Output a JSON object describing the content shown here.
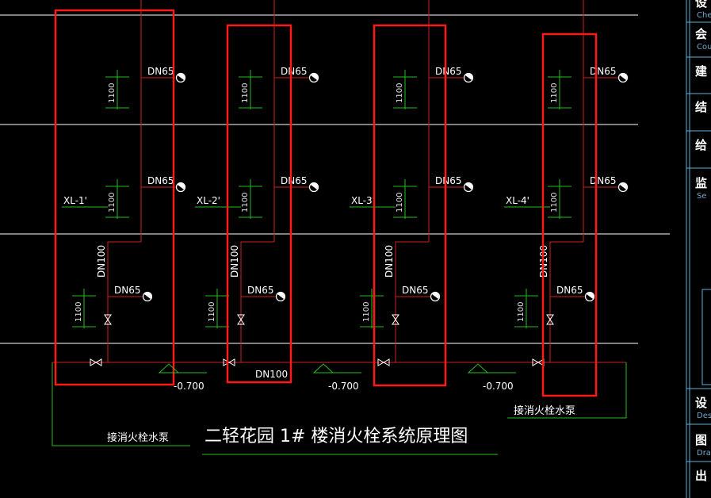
{
  "drawing": {
    "title": "二轻花园  1#  楼消火栓系统原理图",
    "pump_left_label": "接消火栓水泵",
    "pump_right_label": "接消火栓水泵",
    "main_pipe_label": "DN100",
    "elevations": [
      "-0.700",
      "-0.700",
      "-0.700"
    ],
    "risers": [
      {
        "id": "XL-1'",
        "riser_dn": "DN100",
        "branch_dn": [
          "DN65",
          "DN65",
          "DN65"
        ],
        "dims": [
          "1100",
          "1100",
          "1100"
        ]
      },
      {
        "id": "XL-2'",
        "riser_dn": "DN100",
        "branch_dn": [
          "DN65",
          "DN65",
          "DN65"
        ],
        "dims": [
          "1100",
          "1100",
          "1100"
        ]
      },
      {
        "id": "XL-3'",
        "riser_dn": "DN100",
        "branch_dn": [
          "DN65",
          "DN65",
          "DN65"
        ],
        "dims": [
          "1100",
          "1100",
          "1100"
        ]
      },
      {
        "id": "XL-4'",
        "riser_dn": "DN100",
        "branch_dn": [
          "DN65",
          "DN65",
          "DN65"
        ],
        "dims": [
          "1100",
          "1100",
          "1100"
        ]
      }
    ]
  },
  "title_block": [
    {
      "zh": "设",
      "en": "Che"
    },
    {
      "zh": "会",
      "en": "Cou"
    },
    {
      "zh": "建",
      "en": ""
    },
    {
      "zh": "结",
      "en": ""
    },
    {
      "zh": "给",
      "en": ""
    },
    {
      "zh": "监",
      "en": "Se"
    },
    {
      "zh": "设",
      "en": "Desi"
    },
    {
      "zh": "图",
      "en": "Dra"
    },
    {
      "zh": "出",
      "en": ""
    }
  ],
  "colors": {
    "background": "#000000",
    "floor_line": "#ffffff",
    "pipe": "#d02020",
    "dimension": "#20c020",
    "highlight": "#ff1a1a",
    "border": "#5fb0d8"
  }
}
